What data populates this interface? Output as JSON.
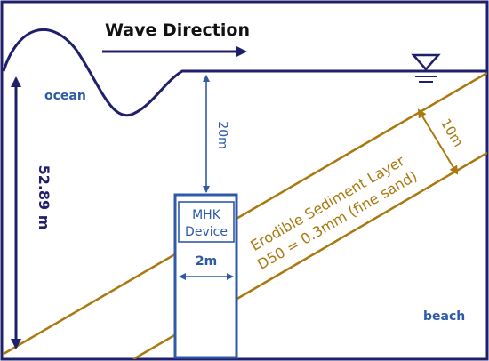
{
  "title": "Wave Direction",
  "labels": {
    "ocean": "ocean",
    "beach": "beach",
    "depth_total": "52.89 m",
    "clearance": "20m",
    "device_line1": "MHK",
    "device_line2": "Device",
    "device_width": "2m",
    "layer_thickness": "10m",
    "layer_line1": "Erodible Sediment Layer",
    "layer_line2": "D50 = 0.3mm (fine sand)"
  },
  "icons": {
    "water_level": "water-level-triangle-icon",
    "wave_arrow": "right-arrow-icon"
  },
  "colors": {
    "frame": "#1f1f6b",
    "water_line": "#1f1f6b",
    "sediment": "#a9780e",
    "device": "#2e5aa8",
    "dimension": "#2e5aa8",
    "text_blue": "#2e5aa8",
    "text_gold": "#a9780e",
    "title_text": "#111111"
  }
}
